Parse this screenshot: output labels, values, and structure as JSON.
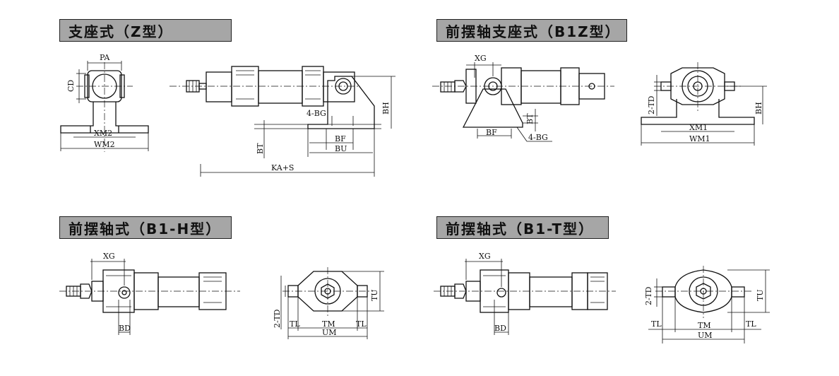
{
  "sections": {
    "z_type": {
      "title": "支座式（Z型）"
    },
    "b1z_type": {
      "title": "前摆轴支座式（B1Z型）"
    },
    "b1h_type": {
      "title": "前摆轴式（B1-H型）"
    },
    "b1t_type": {
      "title": "前摆轴式（B1-T型）"
    }
  },
  "labels": {
    "pa": "PA",
    "cd": "CD",
    "xm2": "XM2",
    "wm2": "WM2",
    "bg4": "4-BG",
    "bh": "BH",
    "bt": "BT",
    "bf": "BF",
    "bu": "BU",
    "ka_s": "KA+S",
    "xg": "XG",
    "xm1": "XM1",
    "wm1": "WM1",
    "td2": "2-TD",
    "bd": "BD",
    "tl": "TL",
    "tm": "TM",
    "um": "UM",
    "tu": "TU"
  }
}
